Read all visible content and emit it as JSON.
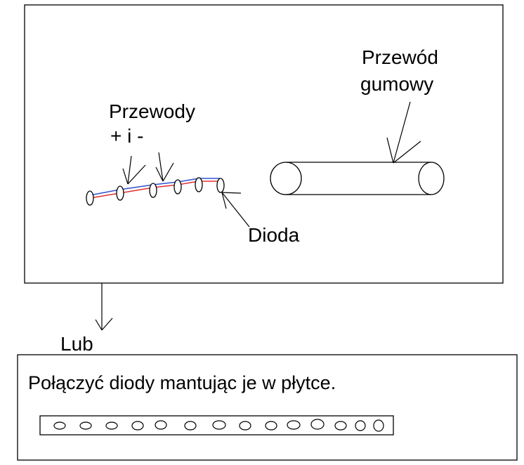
{
  "labels": {
    "przewody_line1": "Przewody",
    "przewody_line2": "+ i -",
    "przewod_line1": "Przewód",
    "przewod_line2": "gumowy",
    "dioda": "Dioda",
    "lub": "Lub",
    "instruction": "Połączyć diody mantując je w płytce."
  },
  "colors": {
    "ink": "#000000",
    "wire_red": "#e03030",
    "wire_blue": "#3050d0"
  }
}
